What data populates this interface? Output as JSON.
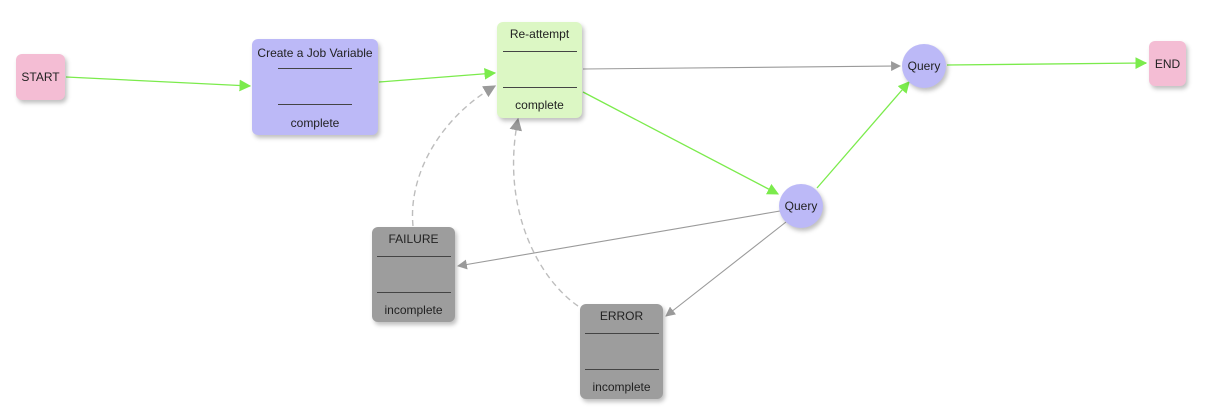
{
  "colors": {
    "terminal": "#f4bdd4",
    "task_purple": "#bcb9f7",
    "task_green": "#dcf7c4",
    "task_gray": "#9d9d9d",
    "query": "#bcb9f7",
    "edge_green": "#7beb4c",
    "edge_gray": "#9a9a9a",
    "edge_dashed": "#bdbdbd"
  },
  "nodes": {
    "start": {
      "label": "START"
    },
    "end": {
      "label": "END"
    },
    "create_job_variable": {
      "title": "Create a Job Variable",
      "status": "complete"
    },
    "re_attempt": {
      "title": "Re-attempt",
      "status": "complete"
    },
    "failure": {
      "title": "FAILURE",
      "status": "incomplete"
    },
    "error": {
      "title": "ERROR",
      "status": "incomplete"
    },
    "query_top": {
      "label": "Query"
    },
    "query_mid": {
      "label": "Query"
    }
  },
  "edges": [
    {
      "from": "start",
      "to": "create_job_variable",
      "style": "green"
    },
    {
      "from": "create_job_variable",
      "to": "re_attempt",
      "style": "green"
    },
    {
      "from": "re_attempt",
      "to": "query_top",
      "style": "gray"
    },
    {
      "from": "re_attempt",
      "to": "query_mid",
      "style": "green"
    },
    {
      "from": "query_mid",
      "to": "query_top",
      "style": "green"
    },
    {
      "from": "query_top",
      "to": "end",
      "style": "green"
    },
    {
      "from": "query_mid",
      "to": "failure",
      "style": "gray"
    },
    {
      "from": "query_mid",
      "to": "error",
      "style": "gray"
    },
    {
      "from": "failure",
      "to": "re_attempt",
      "style": "dashed"
    },
    {
      "from": "error",
      "to": "re_attempt",
      "style": "dashed"
    }
  ]
}
